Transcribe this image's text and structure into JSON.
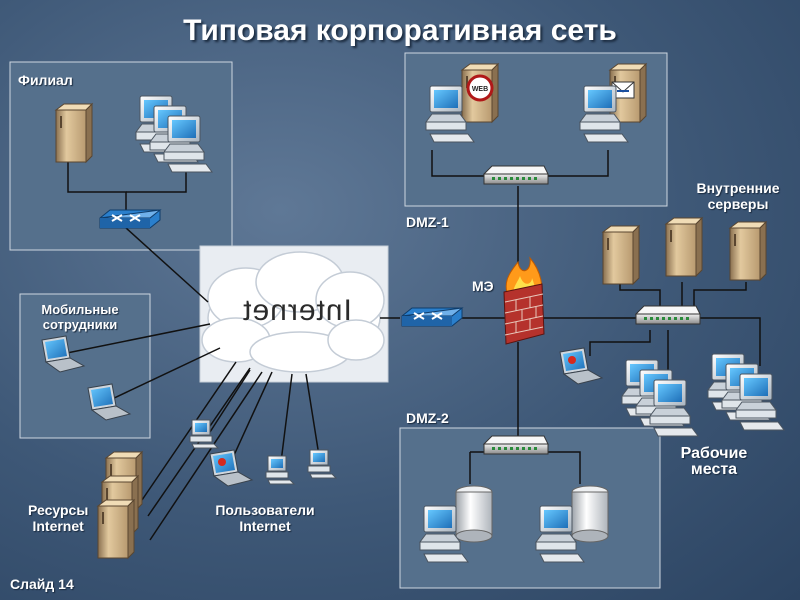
{
  "title": "Типовая корпоративная сеть",
  "labels": {
    "branch": "Филиал",
    "dmz1": "DMZ-1",
    "dmz2": "DMZ-2",
    "internal_servers": [
      "Внутренние",
      "серверы"
    ],
    "firewall": "МЭ",
    "mobile": [
      "Мобильные",
      "сотрудники"
    ],
    "internet_cloud": "Internet",
    "internet_resources": [
      "Ресурсы",
      "Internet"
    ],
    "internet_users": [
      "Пользователи",
      "Internet"
    ],
    "workstations": [
      "Рабочие",
      "места"
    ],
    "slide_number": "Слайд 14"
  },
  "icons": {
    "web_server_badge": "WEB",
    "mail_server_badge": "envelope"
  },
  "colors": {
    "background": "#3e5877",
    "title": "#ffffff",
    "panel_fill": "#506882",
    "panel_border": "#d0d8e2",
    "cloud_fill": "#e9edf2",
    "router": "#1f6bb5",
    "firewall_brick": "#b5322c",
    "flame": "#ff9a1a",
    "server": "#d9b88a",
    "line": "#111111"
  }
}
